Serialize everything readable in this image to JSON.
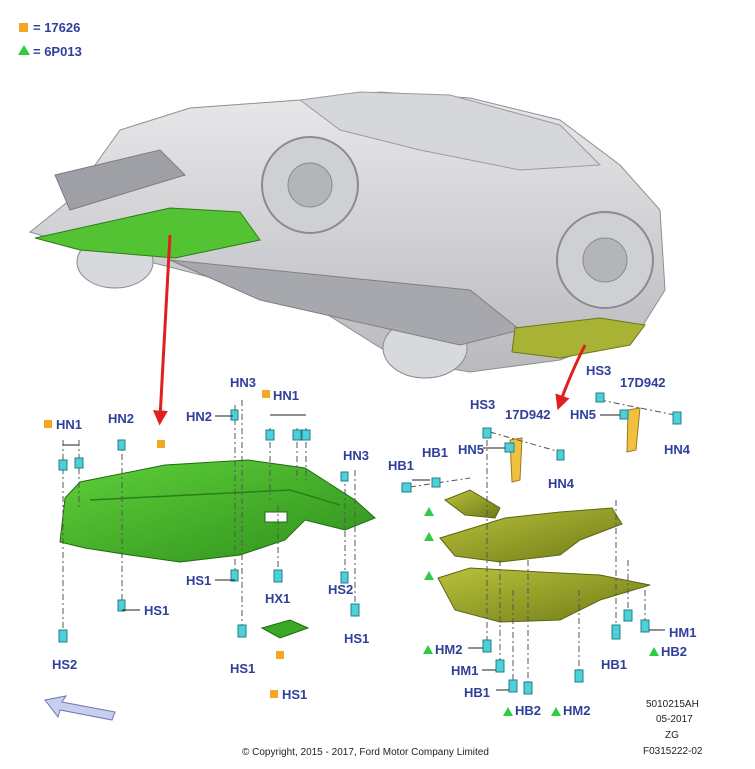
{
  "legend": [
    {
      "symbol": "square",
      "color": "#f5a623",
      "text": "= 17626"
    },
    {
      "symbol": "triangle",
      "color": "#2ecc40",
      "text": "= 6P013"
    }
  ],
  "labels": {
    "l_hn1_a": "HN1",
    "l_hn2_a": "HN2",
    "l_hs1_a": "HS1",
    "l_hs2_a": "HS2",
    "l_hn2_b": "HN2",
    "l_hn3_a": "HN3",
    "l_hn1_b": "HN1",
    "l_hn3_b": "HN3",
    "l_hs1_b": "HS1",
    "l_hx1": "HX1",
    "l_hs2_b": "HS2",
    "l_hs1_c": "HS1",
    "l_hs1_d": "HS1",
    "l_hs1_e": "HS1",
    "r_hs3_a": "HS3",
    "r_17d942_a": "17D942",
    "r_hn5_a": "HN5",
    "r_hb1_a": "HB1",
    "r_hb1_b": "HB1",
    "r_hn4_a": "HN4",
    "r_hs3_b": "HS3",
    "r_17d942_b": "17D942",
    "r_hn5_b": "HN5",
    "r_hn4_b": "HN4",
    "r_hm2_a": "HM2",
    "r_hm1_a": "HM1",
    "r_hb1_c": "HB1",
    "r_hb2_a": "HB2",
    "r_hm2_b": "HM2",
    "r_hm1_b": "HM1",
    "r_hb1_d": "HB1",
    "r_hb2_b": "HB2"
  },
  "footer": {
    "ref_code": "5010215AH",
    "date": "05-2017",
    "zg": "ZG",
    "figure_id": "F0315222-02",
    "copyright": "© Copyright, 2015 - 2017, Ford Motor Company Limited"
  }
}
